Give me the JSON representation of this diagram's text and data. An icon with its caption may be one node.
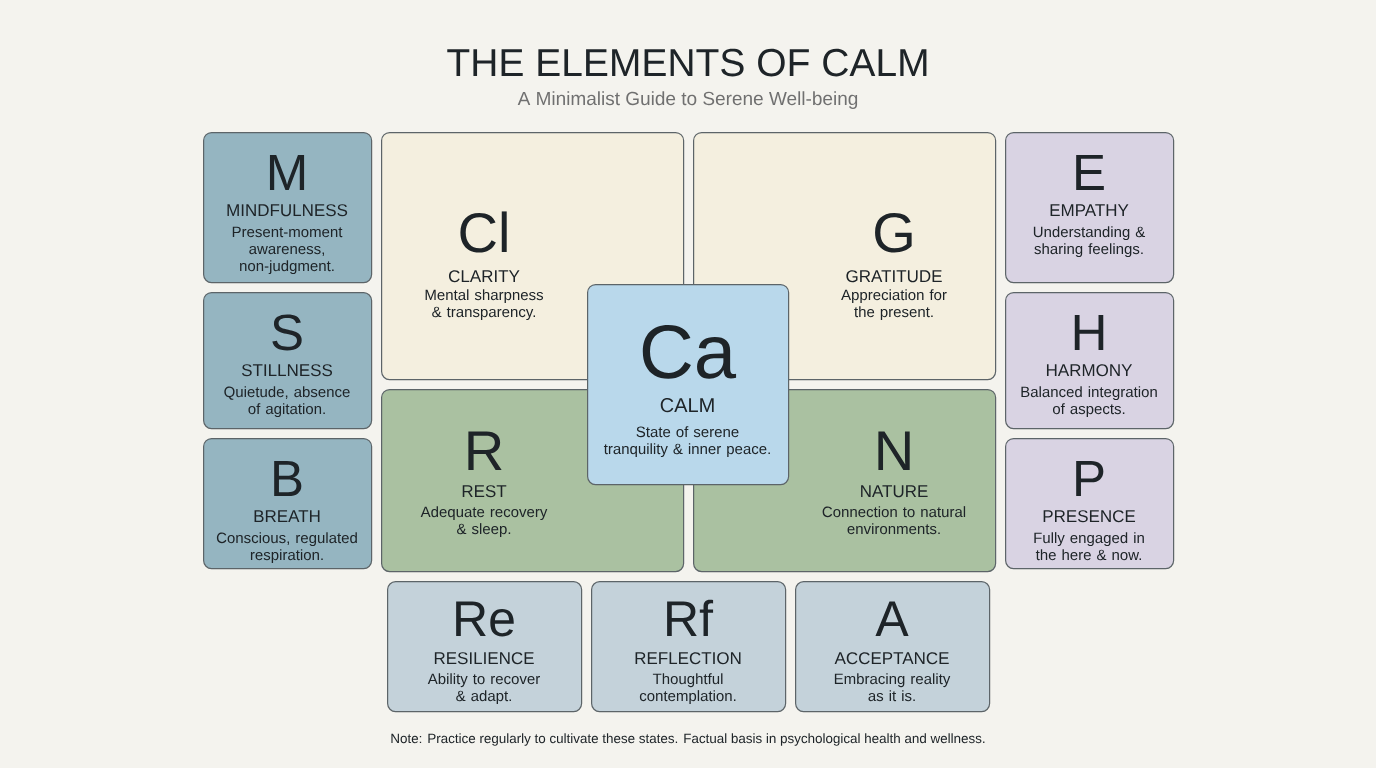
{
  "diagram": {
    "title": "THE ELEMENTS OF CALM",
    "nodes": [
      {
        "text": [
          "M",
          "MINDFULNESS",
          "Present-moment awareness, non-judgment."
        ]
      },
      {
        "text": [
          "Cl",
          "CLARITY",
          "Mental sharpness & transparency."
        ]
      },
      {
        "text": [
          "G",
          "GRATITUDE",
          "Appreciation for the present."
        ]
      },
      {
        "text": [
          "E",
          "EMPATHY",
          "Understanding & sharing feelings."
        ]
      },
      {
        "text": [
          "S",
          "STILLNESS",
          "Quietude, absence of agitation."
        ]
      },
      {
        "text": [
          "Ca",
          "CALM",
          "State of serene tranquility & inner peace."
        ]
      },
      {
        "text": [
          "H",
          "HARMONY",
          "Balanced integration of aspects."
        ]
      },
      {
        "text": [
          "R",
          "REST",
          "Adequate recovery & sleep."
        ]
      },
      {
        "text": [
          "N",
          "NATURE",
          "Connection to natural environments."
        ]
      },
      {
        "text": [
          "B",
          "BREATH",
          "Conscious, regulated respiration."
        ]
      },
      {
        "text": [
          "P",
          "PRESENCE",
          "Fully engaged in the here & now."
        ]
      },
      {
        "text": [
          "Re",
          "RESILIENCE",
          "Ability to recover & adapt."
        ]
      },
      {
        "text": [
          "Rf",
          "REFLECTION",
          "Thoughtful contemplation."
        ]
      },
      {
        "text": [
          "A",
          "ACCEPTANCE",
          "Embracing reality as it is."
        ]
      }
    ],
    "labels": [
      "A Minimalist Guide to Serene Well-being",
      "Note: Practice regularly to cultivate these states. Factual basis in psychological health and wellness."
    ]
  }
}
